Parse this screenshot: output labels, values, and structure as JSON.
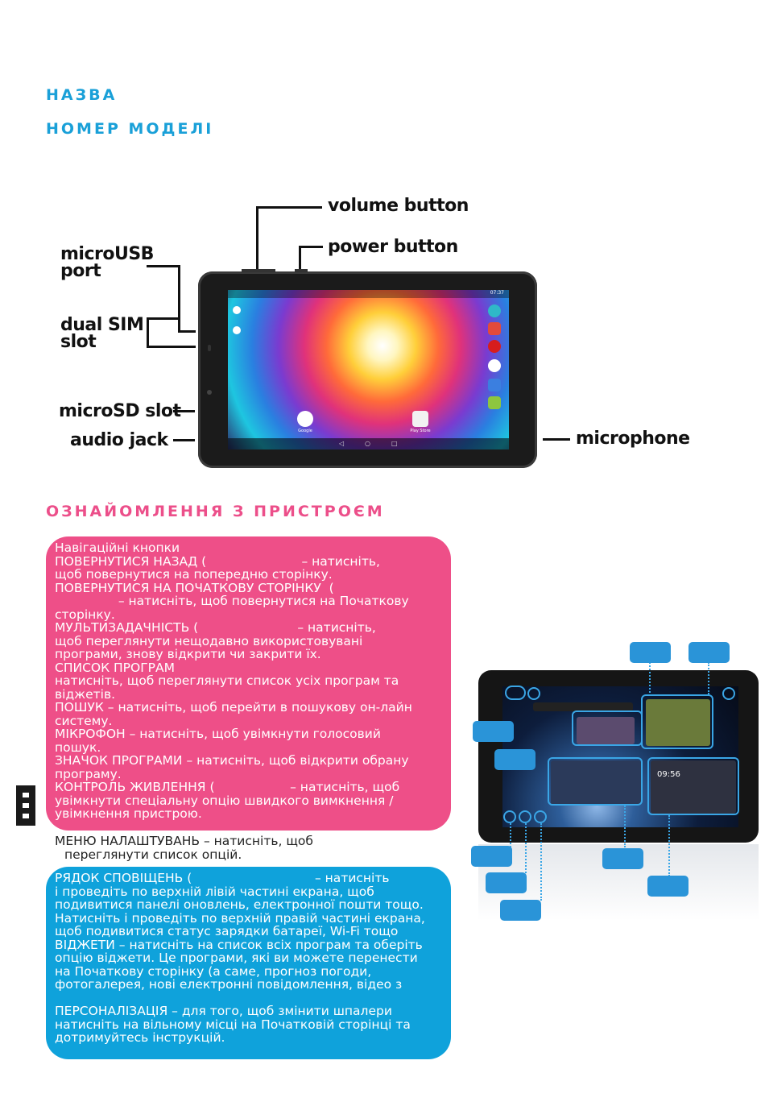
{
  "header": {
    "name_label": "НАЗВА",
    "model_label": "НОМЕР МОДЕЛІ",
    "section_title": "ОЗНАЙОМЛЕННЯ З ПРИСТРОЄМ"
  },
  "diagram": {
    "volume_button": "volume button",
    "power_button": "power button",
    "microusb_port_1": "microUSB",
    "microusb_port_2": "port",
    "dual_sim_1": "dual SIM",
    "dual_sim_2": "slot",
    "microsd_slot": "microSD slot",
    "audio_jack": "audio jack",
    "microphone": "microphone",
    "tablet_time": "07:37",
    "google_app": "Google",
    "play_store_app": "Play Store"
  },
  "pink_box": [
    "Навігаційні кнопки",
    "ПОВЕРНУТИСЯ НАЗАД (                        – натисніть,",
    "щоб повернутися на попередню сторінку.",
    "ПОВЕРНУТИСЯ НА ПОЧАТКОВУ СТОРІНКУ  (",
    "                – натисніть, щоб повернутися на Початкову",
    "сторінку.",
    "МУЛЬТИЗАДАЧНІСТЬ (                         – натисніть,",
    "щоб переглянути нещодавно використовувані",
    "програми, знову відкрити чи закрити їх.",
    "СПИСОК ПРОГРАМ",
    "натисніть, щоб переглянути список усіх програм та",
    "віджетів.",
    "ПОШУК – натисніть, щоб перейти в пошукову он-лайн",
    "систему.",
    "МІКРОФОН – натисніть, щоб увімкнути голосовий",
    "пошук.",
    "ЗНАЧОК ПРОГРАМИ – натисніть, щоб відкрити обрану",
    "програму.",
    "КОНТРОЛЬ ЖИВЛЕННЯ (                   – натисніть, щоб",
    "увімкнути спеціальну опцію швидкого вимкнення /",
    "увімкнення пристрою."
  ],
  "menu_text": [
    "МЕНЮ НАЛАШТУВАНЬ – натисніть, щоб",
    "переглянути список опцій."
  ],
  "blue_box": [
    "РЯДОК СПОВІЩЕНЬ (                               – натисніть",
    "і проведіть по верхній лівій частині екрана, щоб",
    "подивитися панелі оновлень, електронної пошти тощо.",
    "Натисніть і проведіть по верхній правій частині екрана,",
    "щоб подивитися статус зарядки батареї,  Wi-Fi тощо",
    "ВІДЖЕТИ – натисніть на список всіх програм та оберіть",
    "опцію віджети. Це програми, які ви можете перенести",
    "на Початкову сторінку (а саме, прогноз погоди,",
    "фотогалерея, нові електронні повідомлення, відео з",
    "",
    "ПЕРСОНАЛІЗАЦІЯ – для того, щоб змінити шпалери",
    "натисніть на вільному місці на Початковій сторінці та",
    "дотримуйтесь інструкцій."
  ],
  "screen2": {
    "clock": "09:56"
  },
  "colors": {
    "heading_blue": "#1aa0d8",
    "heading_pink": "#ec4f8a",
    "pink_box": "#ee4f88",
    "blue_box": "#0fa2db",
    "callout": "#2a94d8"
  }
}
